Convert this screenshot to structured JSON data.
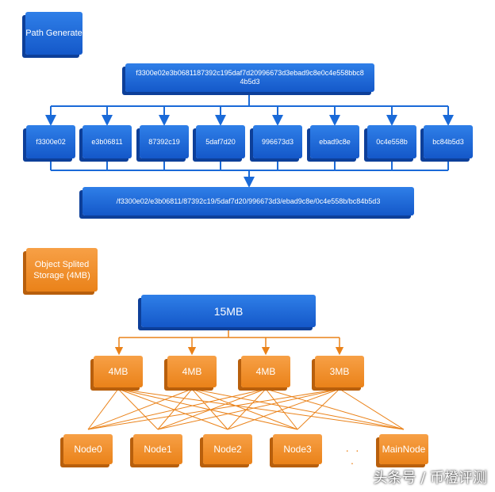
{
  "path_section": {
    "label": "Path Generate",
    "full_hash": "f3300e02e3b0681187392c195daf7d20996673d3ebad9c8e0c4e558bbc84b5d3",
    "segments": [
      "f3300e02",
      "e3b06811",
      "87392c19",
      "5daf7d20",
      "996673d3",
      "ebad9c8e",
      "0c4e558b",
      "bc84b5d3"
    ],
    "result_path": "/f3300e02/e3b06811/87392c19/5daf7d20/996673d3/ebad9c8e/0c4e558b/bc84b5d3"
  },
  "storage_section": {
    "label": "Object Splited Storage (4MB)",
    "object_size": "15MB",
    "chunks": [
      "4MB",
      "4MB",
      "4MB",
      "3MB"
    ],
    "nodes": [
      "Node0",
      "Node1",
      "Node2",
      "Node3",
      "MainNode"
    ],
    "ellipsis": "· · ·"
  },
  "colors": {
    "blue": "#1a5fd0",
    "orange": "#ea8219",
    "blue_connector": "#1a6ad8",
    "orange_connector": "#ea8219"
  },
  "watermark": "头条号 / 币橙评测"
}
